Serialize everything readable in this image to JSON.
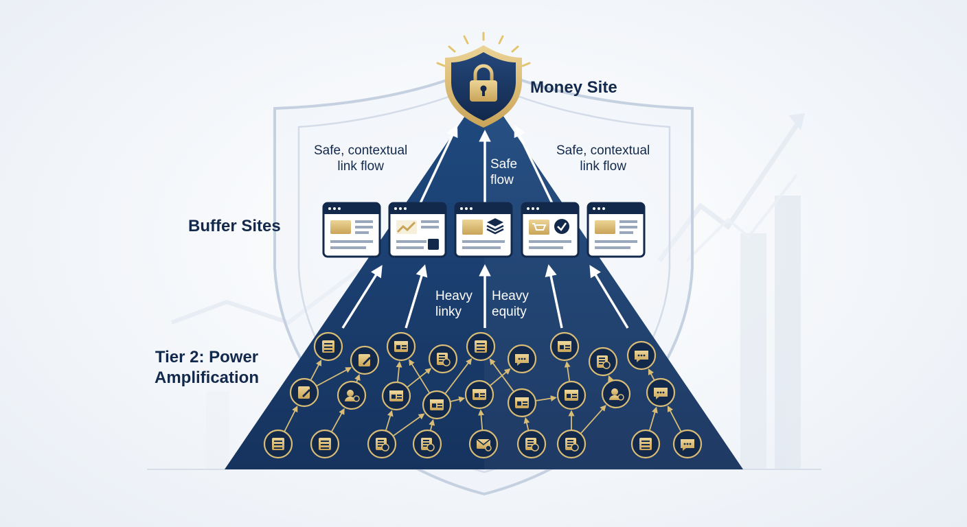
{
  "labels": {
    "money_site": "Money Site",
    "buffer_sites": "Buffer Sites",
    "tier2_line1": "Tier 2: Power",
    "tier2_line2": "Amplification"
  },
  "flows": {
    "left_line1": "Safe, contextual",
    "left_line2": "link flow",
    "right_line1": "Safe, contextual",
    "right_line2": "link flow",
    "center_line1": "Safe",
    "center_line2": "flow",
    "heavy_left_line1": "Heavy",
    "heavy_left_line2": "linky",
    "heavy_right_line1": "Heavy",
    "heavy_right_line2": "equity"
  },
  "colors": {
    "navy": "#13294b",
    "pyramid": "#1d3f70",
    "gold": "#d9bd76",
    "background": "#f3f6fa"
  },
  "icons": {
    "money_site": "shield-lock-icon",
    "buffer_sites": [
      "article-page-icon",
      "chart-page-icon",
      "layers-page-icon",
      "cart-check-page-icon",
      "article-page-icon"
    ],
    "tier2_nodes": [
      "document-icon",
      "edit-icon",
      "user-card-icon",
      "profile-icon",
      "coin-document-icon",
      "chat-icon",
      "email-icon",
      "comment-icon"
    ]
  }
}
